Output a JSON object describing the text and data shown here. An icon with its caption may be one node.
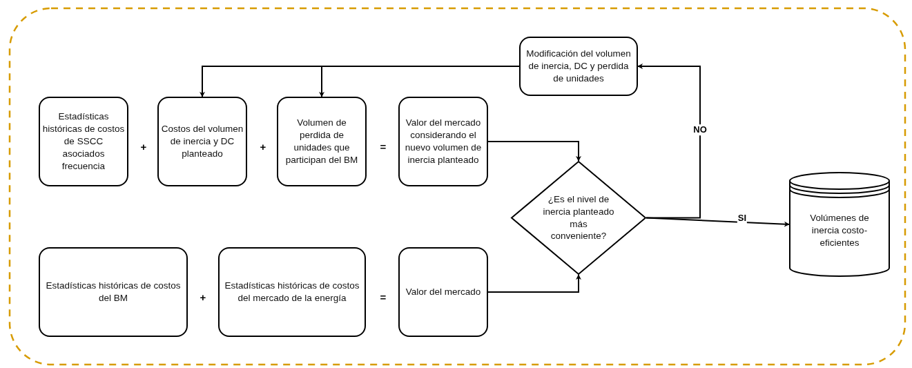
{
  "diagram": {
    "nodes": [
      {
        "text": [
          "Estadísticas históricas de costos de SSCC asociados frecuencia"
        ]
      },
      {
        "text": [
          "Costos del volumen de inercia y DC planteado"
        ]
      },
      {
        "text": [
          "Volumen de perdida de unidades que participan del BM"
        ]
      },
      {
        "text": [
          "Valor del mercado considerando el nuevo volumen de inercia  planteado"
        ]
      },
      {
        "text": [
          "Modificación del volumen de inercia, DC y perdida de unidades"
        ]
      },
      {
        "text": [
          "¿Es el nivel de inercia planteado más conveniente?"
        ]
      },
      {
        "text": [
          "Volúmenes de inercia costo-eficientes"
        ]
      },
      {
        "text": [
          "Estadísticas históricas de costos del BM"
        ]
      },
      {
        "text": [
          "Estadísticas históricas de costos del mercado de la energía"
        ]
      },
      {
        "text": [
          "Valor del mercado"
        ]
      }
    ],
    "edges": [
      {
        "from": 4,
        "to": 1,
        "arrow": "to"
      },
      {
        "from": 4,
        "to": 2,
        "arrow": "to"
      },
      {
        "from": 3,
        "to": 5,
        "arrow": "to"
      },
      {
        "from": 9,
        "to": 5,
        "arrow": "to"
      },
      {
        "from": 5,
        "to": 4,
        "arrow": "to",
        "label": "NO"
      },
      {
        "from": 5,
        "to": 6,
        "arrow": "to",
        "label": "SI"
      }
    ],
    "labels": [
      "+",
      "+",
      "=",
      "+",
      "="
    ]
  }
}
